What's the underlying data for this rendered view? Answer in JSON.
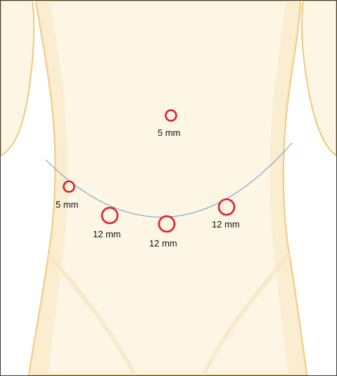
{
  "colors": {
    "skin": "#fdf6e5",
    "skin_shadow": "#f7e6bf",
    "outline": "#f0c97a",
    "port_ring": "#e21d2a",
    "incision_line": "#7fa6c9",
    "label_text": "#111111"
  },
  "ports": [
    {
      "id": "epigastric",
      "label": "5 mm",
      "size_mm": 5
    },
    {
      "id": "right-lateral",
      "label": "5 mm",
      "size_mm": 5
    },
    {
      "id": "right-lower",
      "label": "12 mm",
      "size_mm": 12
    },
    {
      "id": "midline-lower",
      "label": "12 mm",
      "size_mm": 12
    },
    {
      "id": "left-lower",
      "label": "12 mm",
      "size_mm": 12
    }
  ]
}
